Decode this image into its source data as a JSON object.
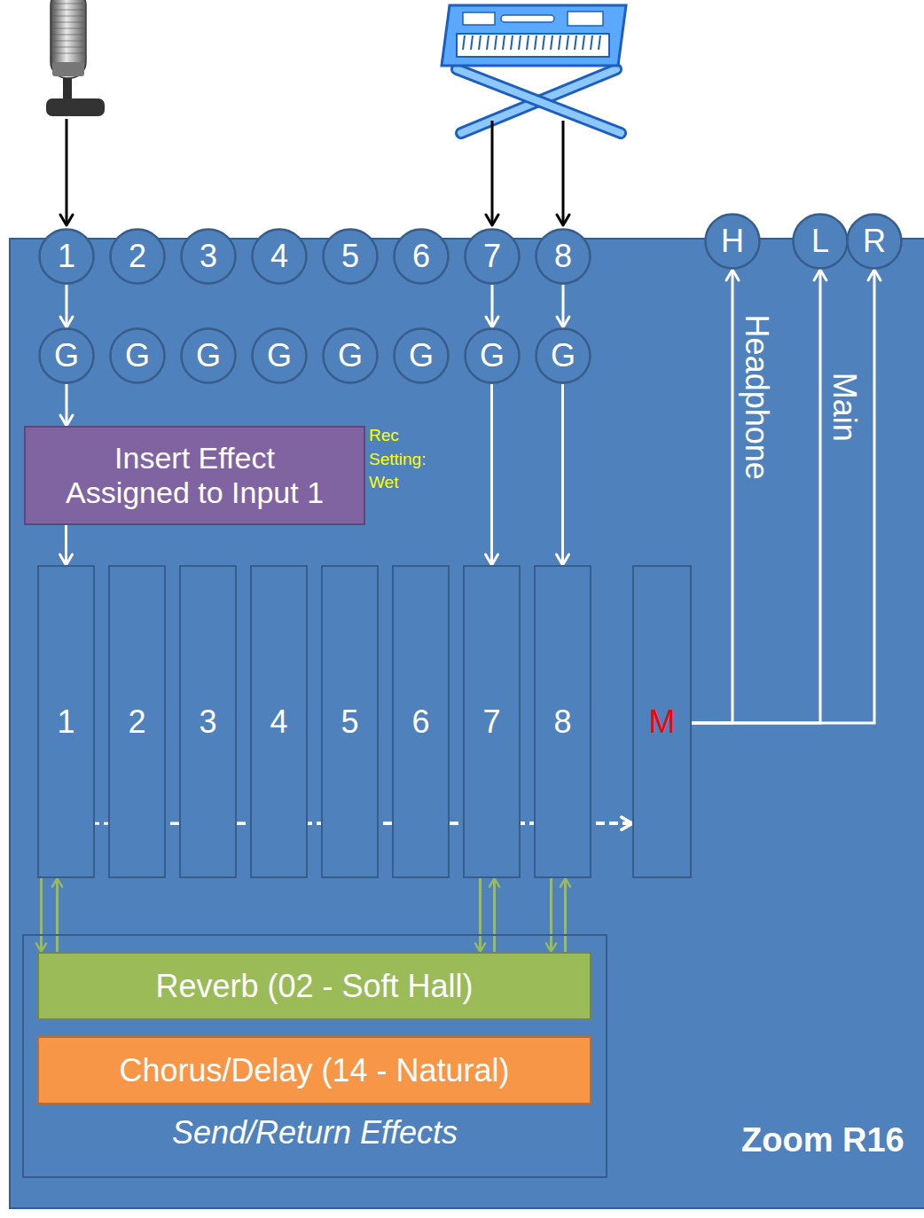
{
  "diagram": {
    "nodes": [
      {
        "text": [
          "Zoom R16"
        ]
      },
      {
        "text": [
          "1"
        ],
        "in": 0
      },
      {
        "text": [
          "2"
        ],
        "in": 0
      },
      {
        "text": [
          "3"
        ],
        "in": 0
      },
      {
        "text": [
          "4"
        ],
        "in": 0
      },
      {
        "text": [
          "5"
        ],
        "in": 0
      },
      {
        "text": [
          "6"
        ],
        "in": 0
      },
      {
        "text": [
          "7"
        ],
        "in": 0
      },
      {
        "text": [
          "8"
        ],
        "in": 0
      },
      {
        "text": [
          "H"
        ],
        "in": 0
      },
      {
        "text": [
          "L"
        ],
        "in": 0
      },
      {
        "text": [
          "R"
        ],
        "in": 0
      },
      {
        "text": [
          "G"
        ],
        "in": 0
      },
      {
        "text": [
          "G"
        ],
        "in": 0
      },
      {
        "text": [
          "G"
        ],
        "in": 0
      },
      {
        "text": [
          "G"
        ],
        "in": 0
      },
      {
        "text": [
          "G"
        ],
        "in": 0
      },
      {
        "text": [
          "G"
        ],
        "in": 0
      },
      {
        "text": [
          "G"
        ],
        "in": 0
      },
      {
        "text": [
          "G"
        ],
        "in": 0
      },
      {
        "text": [
          "Insert Effect Assigned to Input 1"
        ],
        "in": 0
      },
      {
        "text": [
          "1"
        ],
        "in": 0
      },
      {
        "text": [
          "2"
        ],
        "in": 0
      },
      {
        "text": [
          "3"
        ],
        "in": 0
      },
      {
        "text": [
          "4"
        ],
        "in": 0
      },
      {
        "text": [
          "5"
        ],
        "in": 0
      },
      {
        "text": [
          "6"
        ],
        "in": 0
      },
      {
        "text": [
          "7"
        ],
        "in": 0
      },
      {
        "text": [
          "8"
        ],
        "in": 0
      },
      {
        "text": [
          "M"
        ],
        "in": 0
      },
      {
        "text": [
          "Send/Return Effects"
        ],
        "in": 0
      },
      {
        "text": [
          "Reverb (02 - Soft Hall)"
        ],
        "in": 30
      },
      {
        "text": [
          "Chorus/Delay (14 - Natural)"
        ],
        "in": 30
      }
    ],
    "edges": [
      {
        "from": 1,
        "to": 12,
        "arrow": "to"
      },
      {
        "from": 7,
        "to": 18,
        "arrow": "to"
      },
      {
        "from": 8,
        "to": 19,
        "arrow": "to"
      },
      {
        "from": 12,
        "to": 20,
        "arrow": "to"
      },
      {
        "from": 20,
        "to": 21,
        "arrow": "to"
      },
      {
        "from": 18,
        "to": 27,
        "arrow": "to"
      },
      {
        "from": 19,
        "to": 28,
        "arrow": "to"
      },
      {
        "from": 21,
        "to": 29,
        "arrow": "to"
      },
      {
        "from": 22,
        "to": 29,
        "arrow": "to"
      },
      {
        "from": 23,
        "to": 29,
        "arrow": "to"
      },
      {
        "from": 24,
        "to": 29,
        "arrow": "to"
      },
      {
        "from": 25,
        "to": 29,
        "arrow": "to"
      },
      {
        "from": 26,
        "to": 29,
        "arrow": "to"
      },
      {
        "from": 27,
        "to": 29,
        "arrow": "to"
      },
      {
        "from": 28,
        "to": 29,
        "arrow": "to"
      },
      {
        "from": 21,
        "to": 31,
        "arrow": "to"
      },
      {
        "from": 31,
        "to": 21,
        "arrow": "to"
      },
      {
        "from": 27,
        "to": 31,
        "arrow": "to"
      },
      {
        "from": 31,
        "to": 27,
        "arrow": "to"
      },
      {
        "from": 28,
        "to": 31,
        "arrow": "to"
      },
      {
        "from": 31,
        "to": 28,
        "arrow": "to"
      },
      {
        "from": 29,
        "to": 9,
        "label": "Headphone",
        "arrow": "to"
      },
      {
        "from": 29,
        "to": 10,
        "label": "Main",
        "arrow": "to"
      },
      {
        "from": 29,
        "to": 11,
        "arrow": "to"
      }
    ],
    "labels": [
      "Rec Setting: Wet"
    ]
  }
}
